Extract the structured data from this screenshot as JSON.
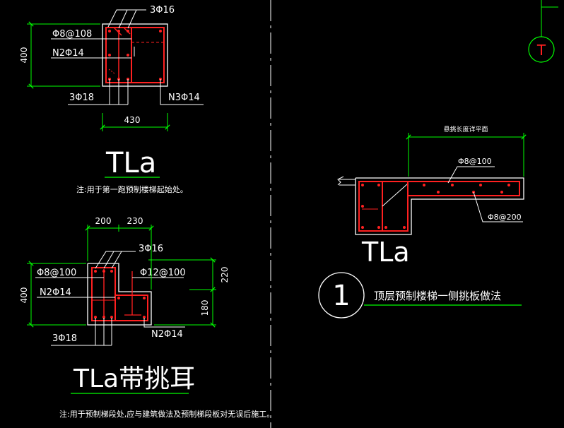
{
  "colors": {
    "background": "#000000",
    "outline": "#ffffff",
    "rebar": "#ff2020",
    "dimension": "#00ff00",
    "label": "#ffffff",
    "axis_bubble": "#00ff00",
    "axis_letter": "#ff2020"
  },
  "axis_bubble": {
    "letter": "T"
  },
  "section1": {
    "top_bars": "3Φ16",
    "stirrup": "Φ8@108",
    "side_bars": "N2Φ14",
    "bottom_bars": "3Φ18",
    "ledge_bars": "N3Φ14",
    "dim_height": "400",
    "dim_width": "430",
    "title": "TLa",
    "note": "注:用于第一跑预制楼梯起始处。"
  },
  "section2": {
    "dim_left": "200",
    "dim_right": "230",
    "top_bars": "3Φ16",
    "stirrup": "Φ8@100",
    "ear_bars": "Φ12@100",
    "side_bars": "N2Φ14",
    "bottom_bars": "3Φ18",
    "ear_side_bars": "N2Φ14",
    "dim_height": "400",
    "dim_upper": "220",
    "dim_lower": "180",
    "title": "TLa带挑耳",
    "note": "注:用于预制梯段处,应与建筑做法及预制梯段板对无误后施工。"
  },
  "section3": {
    "dim_label": "悬挑长度详平面",
    "top_rebar": "Φ8@100",
    "bottom_rebar": "Φ8@200",
    "title": "TLa"
  },
  "detail": {
    "number": "1",
    "title": "顶层预制楼梯一侧挑板做法"
  }
}
